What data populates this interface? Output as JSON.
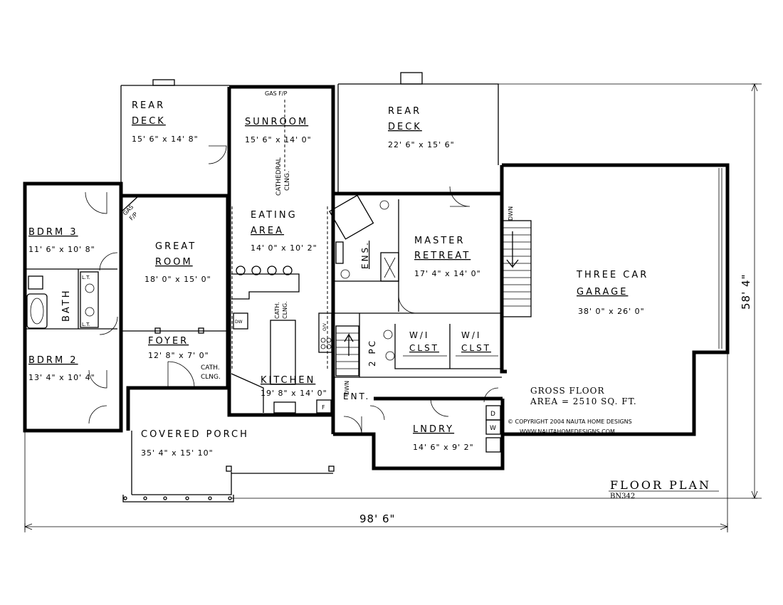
{
  "rooms": {
    "rear_deck_left": {
      "name_line1": "REAR",
      "name_line2": "DECK",
      "size": "15' 6\" x 14' 8\""
    },
    "sunroom": {
      "name": "SUNROOM",
      "size": "15' 6\" x 14' 0\"",
      "gas_fp": "GAS F/P",
      "ceiling_line1": "CATHEDRAL",
      "ceiling_line2": "CLNG."
    },
    "rear_deck_right": {
      "name_line1": "REAR",
      "name_line2": "DECK",
      "size": "22' 6\" x 15' 6\""
    },
    "bdrm3": {
      "name": "BDRM 3",
      "size": "11' 6\" x 10' 8\""
    },
    "bath": {
      "name": "BATH",
      "lt_top": "L.T.",
      "lt_bottom": "L.T."
    },
    "bdrm2": {
      "name": "BDRM 2",
      "size": "13' 4\" x 10' 4\""
    },
    "great_room": {
      "name_line1": "GREAT",
      "name_line2": "ROOM",
      "size": "18' 0\" x 15' 0\"",
      "gas_fp_line1": "GAS",
      "gas_fp_line2": "F/P"
    },
    "foyer": {
      "name": "FOYER",
      "size": "12' 8\" x 7' 0\"",
      "ceiling_line1": "CATH.",
      "ceiling_line2": "CLNG."
    },
    "eating_area": {
      "name_line1": "EATING",
      "name_line2": "AREA",
      "size": "14' 0\" x 10' 2\""
    },
    "kitchen": {
      "name": "KITCHEN",
      "size": "19' 8\" x 14' 0\"",
      "ceiling_line1": "CATH.",
      "ceiling_line2": "CLNG.",
      "dw": "DW",
      "fridge": "F",
      "range": "O/V"
    },
    "ens": {
      "name": "ENS."
    },
    "master_retreat": {
      "name_line1": "MASTER",
      "name_line2": "RETREAT",
      "size": "17' 4\" x 14' 0\""
    },
    "two_pc": {
      "name": "2 PC"
    },
    "wi_clst_1": {
      "name_line1": "W/I",
      "name_line2": "CLST"
    },
    "wi_clst_2": {
      "name_line1": "W/I",
      "name_line2": "CLST"
    },
    "entry": {
      "name": "ENT.",
      "stair_dwn": "DWN"
    },
    "garage": {
      "name_line1": "THREE CAR",
      "name_line2": "GARAGE",
      "size": "38' 0\" x 26' 0\"",
      "stair_dwn": "DWN"
    },
    "laundry": {
      "name": "LNDRY",
      "size": "14' 6\" x 9' 2\"",
      "dryer": "D",
      "washer": "W"
    },
    "covered_porch": {
      "name": "COVERED PORCH",
      "size": "35' 4\" x 15' 10\""
    }
  },
  "info": {
    "gross_line1": "GROSS FLOOR",
    "gross_line2": "AREA = 2510 SQ. FT.",
    "copyright": "© COPYRIGHT 2004 NAUTA HOME DESIGNS",
    "website": "WWW.NAUTAHOMEDESIGNS.COM",
    "title": "FLOOR PLAN",
    "plan_code": "BN342"
  },
  "dimensions": {
    "overall_width": "98' 6\"",
    "overall_depth": "58' 4\""
  }
}
